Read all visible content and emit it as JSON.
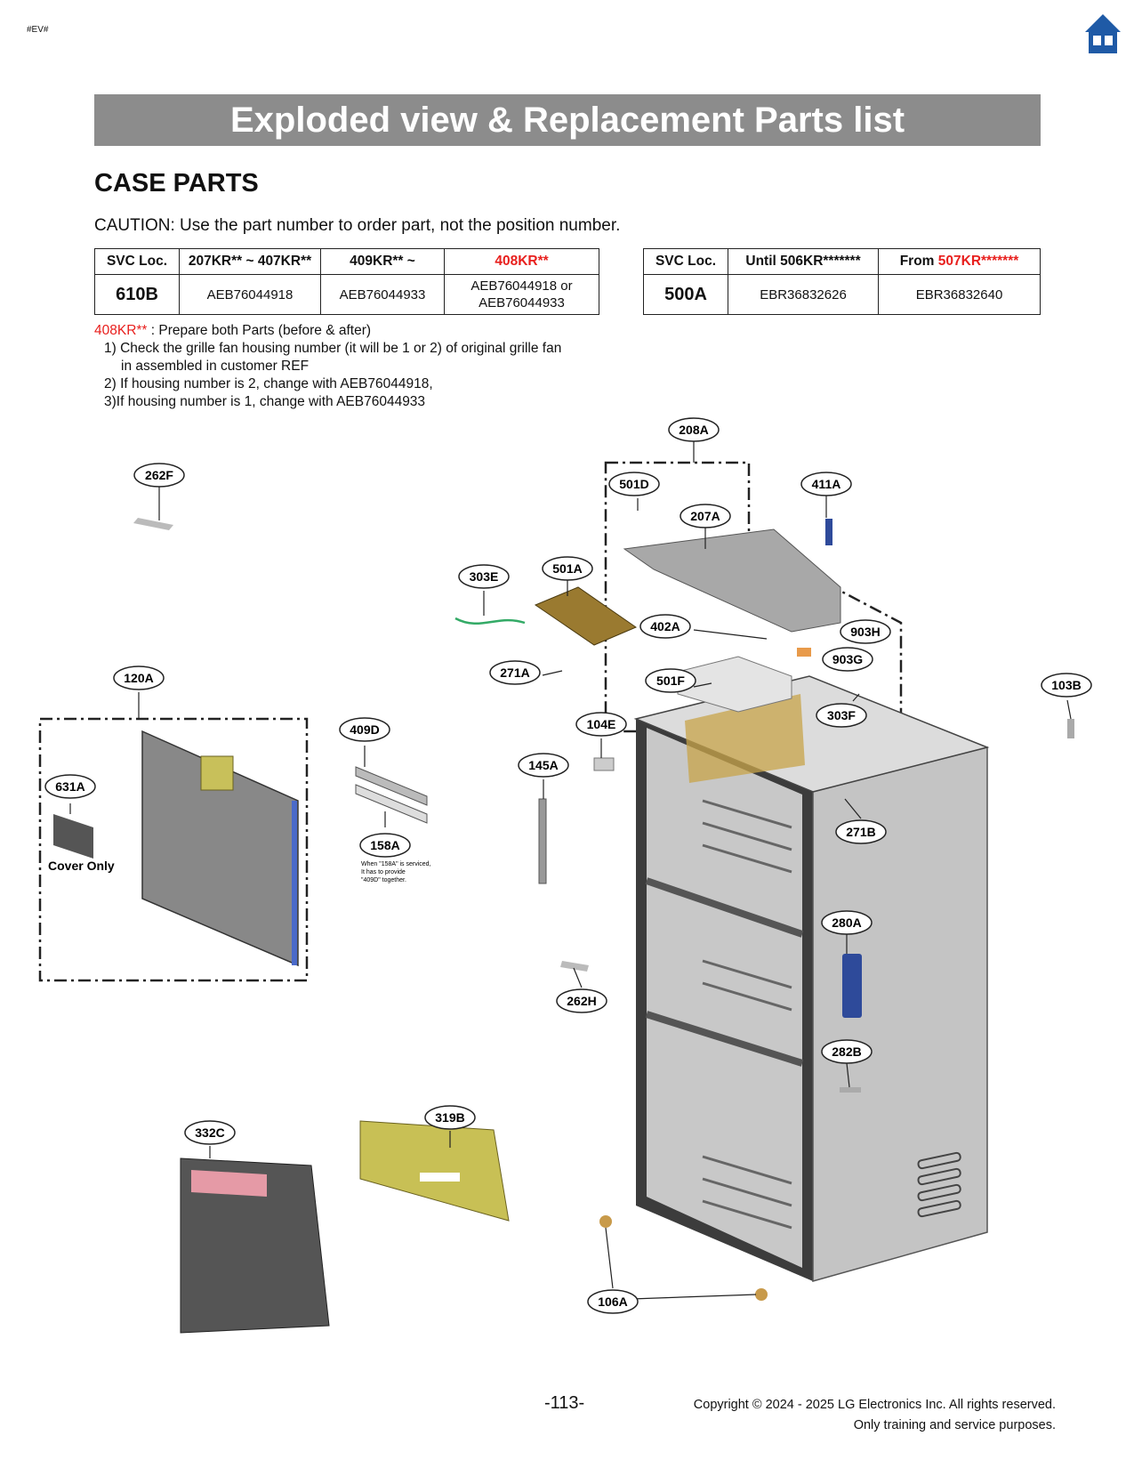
{
  "doc_tag": "#EV#",
  "banner_title": "Exploded view & Replacement Parts list",
  "section_title": "CASE PARTS",
  "caution": "CAUTION: Use the part number to order part, not the position number.",
  "table1": {
    "headers": [
      "SVC Loc.",
      "207KR** ~ 407KR**",
      "409KR** ~",
      "408KR**"
    ],
    "row": {
      "loc": "610B",
      "c1": "AEB76044918",
      "c2": "AEB76044933",
      "c3a": "AEB76044918 or",
      "c3b": "AEB76044933"
    }
  },
  "table2": {
    "headers": [
      "SVC Loc.",
      "Until 506KR*******",
      "From ",
      "507KR*******"
    ],
    "row": {
      "loc": "500A",
      "c1": "EBR36832626",
      "c2": "EBR36832640"
    }
  },
  "notes": {
    "red_prefix": "408KR**",
    "intro": " : Prepare both Parts (before & after)",
    "line1": "1) Check the grille fan housing number (it will be 1 or 2) of original grille fan",
    "line1b": "in assembled in customer REF",
    "line2": "2) If housing number is 2, change with AEB76044918,",
    "line3": "3)If housing number is 1, change with AEB76044933"
  },
  "callouts": [
    "208A",
    "262F",
    "501D",
    "411A",
    "207A",
    "501A",
    "303E",
    "402A",
    "903H",
    "903G",
    "271A",
    "501F",
    "120A",
    "103B",
    "303F",
    "409D",
    "104E",
    "631A",
    "145A",
    "158A",
    "271B",
    "280A",
    "262H",
    "282B",
    "319B",
    "332C",
    "106A"
  ],
  "cover_only": "Cover Only",
  "note_158a": [
    "When \"158A\" is serviced,",
    "It has to provide",
    "\"409D\" together."
  ],
  "page_number": "-113-",
  "copyright": {
    "line1": "Copyright © 2024 - 2025 LG Electronics Inc. All rights reserved.",
    "line2": "Only training and service purposes."
  },
  "colors": {
    "banner": "#8c8c8c",
    "red": "#e8201e",
    "home": "#1f5aa6"
  }
}
